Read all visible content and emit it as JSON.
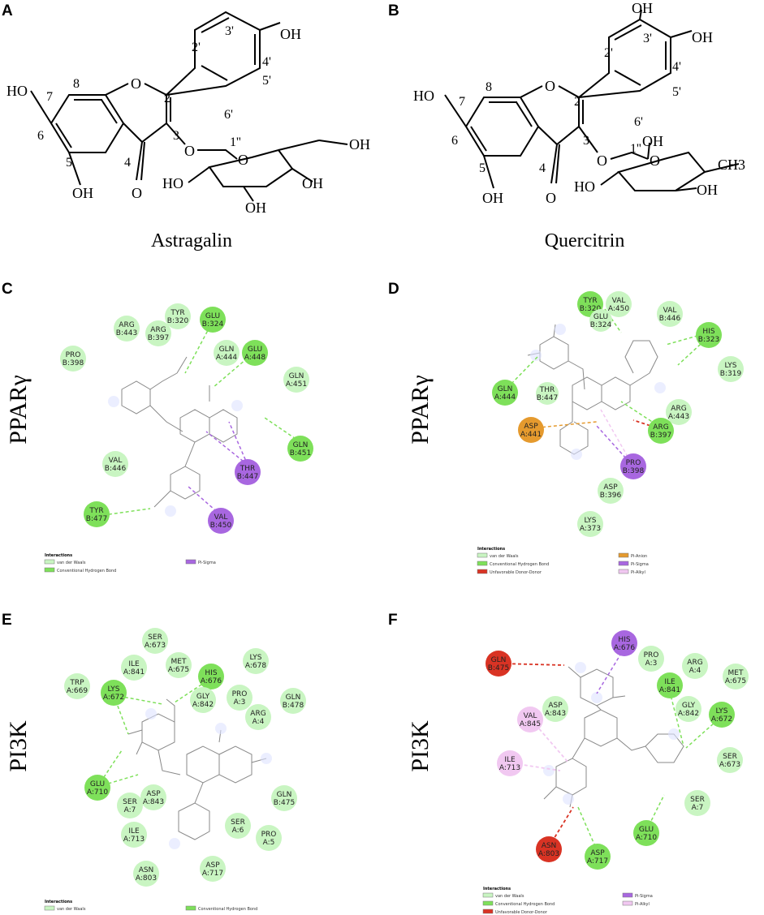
{
  "panels": {
    "A": {
      "label": "A",
      "compound": "Astragalin",
      "atoms": {
        "oh7": "HO",
        "oh5": "OH",
        "o4": "O",
        "o1": "O",
        "o3": "O",
        "oh4p": "OH",
        "ring_o": "O",
        "sug_oh1": "HO",
        "sug_oh2": "OH",
        "sug_oh3": "OH",
        "sug_ch2oh": "OH"
      },
      "numbers": {
        "n2": "2",
        "n3": "3",
        "n4": "4",
        "n5": "5",
        "n6": "6",
        "n7": "7",
        "n8": "8",
        "n2p": "2'",
        "n3p": "3'",
        "n4p": "4'",
        "n5p": "5'",
        "n6p": "6'",
        "n1pp": "1''"
      }
    },
    "B": {
      "label": "B",
      "compound": "Quercitrin",
      "atoms": {
        "oh7": "HO",
        "oh5": "OH",
        "o4": "O",
        "o1": "O",
        "o3": "O",
        "oh3p": "OH",
        "oh4p": "OH",
        "ring_o": "O",
        "sug_oh1": "HO",
        "sug_oh2": "OH",
        "sug_oh_top": "OH",
        "ch3": "CH3"
      },
      "numbers": {
        "n2": "2",
        "n3": "3",
        "n4": "4",
        "n5": "5",
        "n6": "6",
        "n7": "7",
        "n8": "8",
        "n2p": "2'",
        "n3p": "3'",
        "n4p": "4'",
        "n5p": "5'",
        "n6p": "6'",
        "n1pp": "1''"
      }
    },
    "C": {
      "label": "C",
      "target": "PPARγ"
    },
    "D": {
      "label": "D",
      "target": "PPARγ"
    },
    "E": {
      "label": "E",
      "target": "PI3K"
    },
    "F": {
      "label": "F",
      "target": "PI3K"
    }
  },
  "interaction_colors": {
    "van_der_waals": "#c9f5c2",
    "conventional_hbond": "#7ee05a",
    "unfavorable_donor_donor": "#d93324",
    "pi_anion": "#e59a2e",
    "pi_sigma": "#a867e0",
    "pi_alkyl": "#f1c8f1"
  },
  "legends": {
    "title": "Interactions",
    "C": [
      {
        "label": "van der Waals",
        "type": "van_der_waals"
      },
      {
        "label": "Conventional Hydrogen Bond",
        "type": "conventional_hbond"
      },
      {
        "label": "Pi-Sigma",
        "type": "pi_sigma"
      }
    ],
    "D": [
      {
        "label": "van der Waals",
        "type": "van_der_waals"
      },
      {
        "label": "Conventional Hydrogen Bond",
        "type": "conventional_hbond"
      },
      {
        "label": "Unfavorable Donor-Donor",
        "type": "unfavorable_donor_donor"
      },
      {
        "label": "Pi-Anion",
        "type": "pi_anion"
      },
      {
        "label": "Pi-Sigma",
        "type": "pi_sigma"
      },
      {
        "label": "Pi-Alkyl",
        "type": "pi_alkyl"
      }
    ],
    "E": [
      {
        "label": "van der Waals",
        "type": "van_der_waals"
      },
      {
        "label": "Conventional Hydrogen Bond",
        "type": "conventional_hbond"
      }
    ],
    "F": [
      {
        "label": "van der Waals",
        "type": "van_der_waals"
      },
      {
        "label": "Conventional Hydrogen Bond",
        "type": "conventional_hbond"
      },
      {
        "label": "Unfavorable Donor-Donor",
        "type": "unfavorable_donor_donor"
      },
      {
        "label": "Pi-Sigma",
        "type": "pi_sigma"
      },
      {
        "label": "Pi-Alkyl",
        "type": "pi_alkyl"
      }
    ]
  },
  "residues": {
    "C": [
      {
        "line1": "ARG",
        "line2": "B:443",
        "type": "van_der_waals"
      },
      {
        "line1": "TYR",
        "line2": "B:320",
        "type": "van_der_waals"
      },
      {
        "line1": "ARG",
        "line2": "B:397",
        "type": "van_der_waals"
      },
      {
        "line1": "GLU",
        "line2": "B:324",
        "type": "conventional_hbond"
      },
      {
        "line1": "PRO",
        "line2": "B:398",
        "type": "van_der_waals"
      },
      {
        "line1": "GLN",
        "line2": "A:444",
        "type": "van_der_waals"
      },
      {
        "line1": "GLU",
        "line2": "A:448",
        "type": "conventional_hbond"
      },
      {
        "line1": "GLN",
        "line2": "A:451",
        "type": "van_der_waals"
      },
      {
        "line1": "GLN",
        "line2": "B:451",
        "type": "conventional_hbond"
      },
      {
        "line1": "VAL",
        "line2": "B:446",
        "type": "van_der_waals"
      },
      {
        "line1": "THR",
        "line2": "B:447",
        "type": "pi_sigma"
      },
      {
        "line1": "TYR",
        "line2": "B:477",
        "type": "conventional_hbond"
      },
      {
        "line1": "VAL",
        "line2": "B:450",
        "type": "pi_sigma"
      }
    ],
    "D": [
      {
        "line1": "TYR",
        "line2": "B:320",
        "type": "conventional_hbond"
      },
      {
        "line1": "VAL",
        "line2": "A:450",
        "type": "van_der_waals"
      },
      {
        "line1": "GLU",
        "line2": "B:324",
        "type": "van_der_waals"
      },
      {
        "line1": "VAL",
        "line2": "B:446",
        "type": "van_der_waals"
      },
      {
        "line1": "HIS",
        "line2": "B:323",
        "type": "conventional_hbond"
      },
      {
        "line1": "LYS",
        "line2": "B:319",
        "type": "van_der_waals"
      },
      {
        "line1": "GLN",
        "line2": "A:444",
        "type": "conventional_hbond"
      },
      {
        "line1": "THR",
        "line2": "B:447",
        "type": "van_der_waals"
      },
      {
        "line1": "ARG",
        "line2": "A:443",
        "type": "van_der_waals"
      },
      {
        "line1": "ASP",
        "line2": "A:441",
        "type": "pi_anion"
      },
      {
        "line1": "ARG",
        "line2": "B:397",
        "type": "conventional_hbond"
      },
      {
        "line1": "PRO",
        "line2": "B:398",
        "type": "pi_sigma"
      },
      {
        "line1": "ASP",
        "line2": "B:396",
        "type": "van_der_waals"
      },
      {
        "line1": "LYS",
        "line2": "A:373",
        "type": "van_der_waals"
      }
    ],
    "E": [
      {
        "line1": "SER",
        "line2": "A:673",
        "type": "van_der_waals"
      },
      {
        "line1": "ILE",
        "line2": "A:841",
        "type": "van_der_waals"
      },
      {
        "line1": "MET",
        "line2": "A:675",
        "type": "van_der_waals"
      },
      {
        "line1": "LYS",
        "line2": "A:678",
        "type": "van_der_waals"
      },
      {
        "line1": "TRP",
        "line2": "A:669",
        "type": "van_der_waals"
      },
      {
        "line1": "LYS",
        "line2": "A:672",
        "type": "conventional_hbond"
      },
      {
        "line1": "HIS",
        "line2": "A:676",
        "type": "conventional_hbond"
      },
      {
        "line1": "GLY",
        "line2": "A:842",
        "type": "van_der_waals"
      },
      {
        "line1": "PRO",
        "line2": "A:3",
        "type": "van_der_waals"
      },
      {
        "line1": "GLN",
        "line2": "B:478",
        "type": "van_der_waals"
      },
      {
        "line1": "ARG",
        "line2": "A:4",
        "type": "van_der_waals"
      },
      {
        "line1": "GLU",
        "line2": "A:710",
        "type": "conventional_hbond"
      },
      {
        "line1": "ASP",
        "line2": "A:843",
        "type": "van_der_waals"
      },
      {
        "line1": "SER",
        "line2": "A:7",
        "type": "van_der_waals"
      },
      {
        "line1": "GLN",
        "line2": "B:475",
        "type": "van_der_waals"
      },
      {
        "line1": "ILE",
        "line2": "A:713",
        "type": "van_der_waals"
      },
      {
        "line1": "SER",
        "line2": "A:6",
        "type": "van_der_waals"
      },
      {
        "line1": "PRO",
        "line2": "A:5",
        "type": "van_der_waals"
      },
      {
        "line1": "ASN",
        "line2": "A:803",
        "type": "van_der_waals"
      },
      {
        "line1": "ASP",
        "line2": "A:717",
        "type": "van_der_waals"
      }
    ],
    "F": [
      {
        "line1": "GLN",
        "line2": "B:475",
        "type": "unfavorable_donor_donor"
      },
      {
        "line1": "HIS",
        "line2": "A:676",
        "type": "pi_sigma"
      },
      {
        "line1": "PRO",
        "line2": "A:3",
        "type": "van_der_waals"
      },
      {
        "line1": "ARG",
        "line2": "A:4",
        "type": "van_der_waals"
      },
      {
        "line1": "MET",
        "line2": "A:675",
        "type": "van_der_waals"
      },
      {
        "line1": "ILE",
        "line2": "A:841",
        "type": "conventional_hbond"
      },
      {
        "line1": "GLY",
        "line2": "A:842",
        "type": "van_der_waals"
      },
      {
        "line1": "ASP",
        "line2": "A:843",
        "type": "van_der_waals"
      },
      {
        "line1": "VAL",
        "line2": "A:845",
        "type": "pi_alkyl"
      },
      {
        "line1": "LYS",
        "line2": "A:672",
        "type": "conventional_hbond"
      },
      {
        "line1": "ILE",
        "line2": "A:713",
        "type": "pi_alkyl"
      },
      {
        "line1": "SER",
        "line2": "A:673",
        "type": "van_der_waals"
      },
      {
        "line1": "SER",
        "line2": "A:7",
        "type": "van_der_waals"
      },
      {
        "line1": "GLU",
        "line2": "A:710",
        "type": "conventional_hbond"
      },
      {
        "line1": "ASN",
        "line2": "A:803",
        "type": "unfavorable_donor_donor"
      },
      {
        "line1": "ASP",
        "line2": "A:717",
        "type": "conventional_hbond"
      }
    ]
  }
}
